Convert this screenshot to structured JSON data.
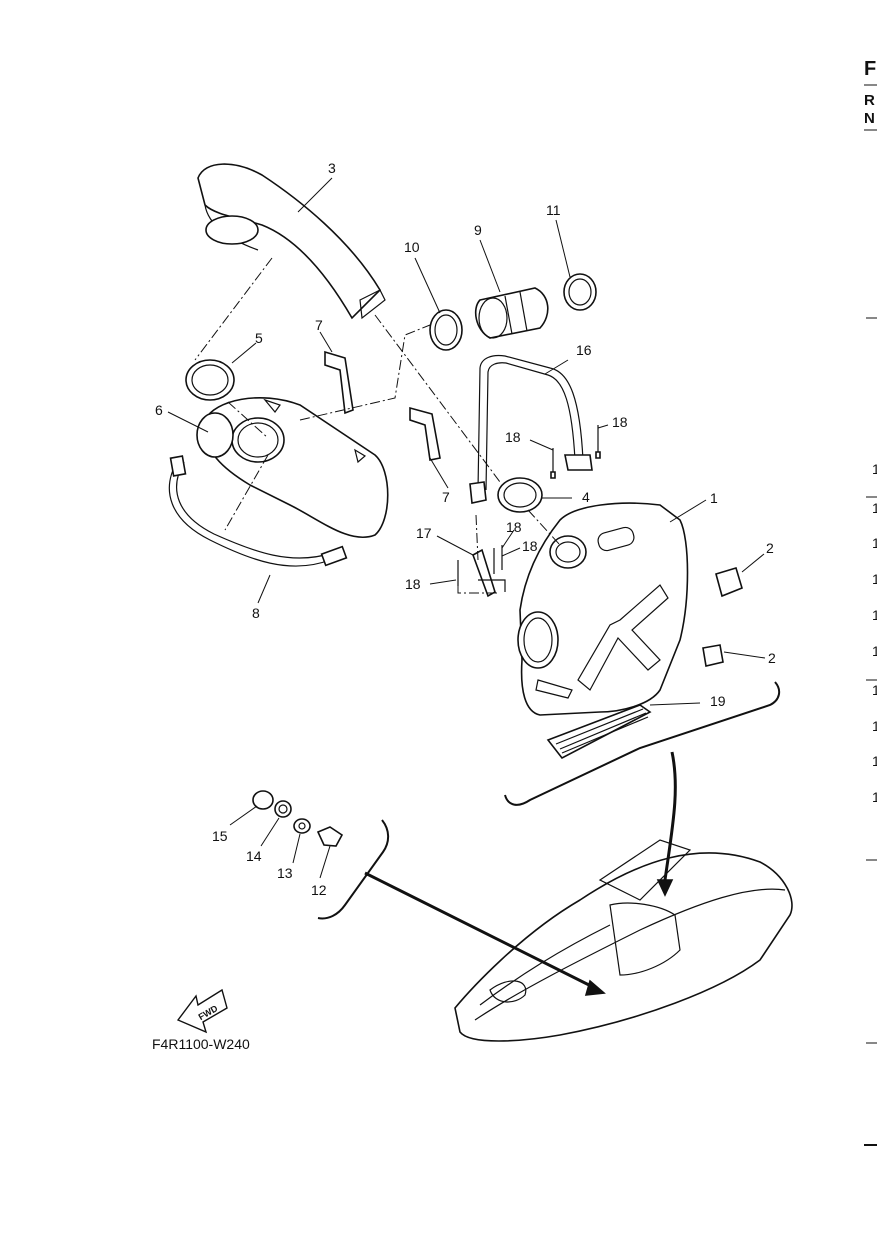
{
  "figure_code": "F4R1100-W240",
  "fwd_label": "FWD",
  "edge_letters": [
    "F",
    "R",
    "N"
  ],
  "edge_numbers": [
    "1",
    "1",
    "1",
    "1",
    "1",
    "1",
    "1",
    "1",
    "1",
    "1"
  ],
  "callouts": {
    "c1": "1",
    "c2a": "2",
    "c2b": "2",
    "c3": "3",
    "c4": "4",
    "c5": "5",
    "c6": "6",
    "c7a": "7",
    "c7b": "7",
    "c8": "8",
    "c9": "9",
    "c10": "10",
    "c11": "11",
    "c12": "12",
    "c13": "13",
    "c14": "14",
    "c15": "15",
    "c16": "16",
    "c17": "17",
    "c18a": "18",
    "c18b": "18",
    "c18c": "18",
    "c18d": "18",
    "c18e": "18",
    "c19": "19"
  }
}
